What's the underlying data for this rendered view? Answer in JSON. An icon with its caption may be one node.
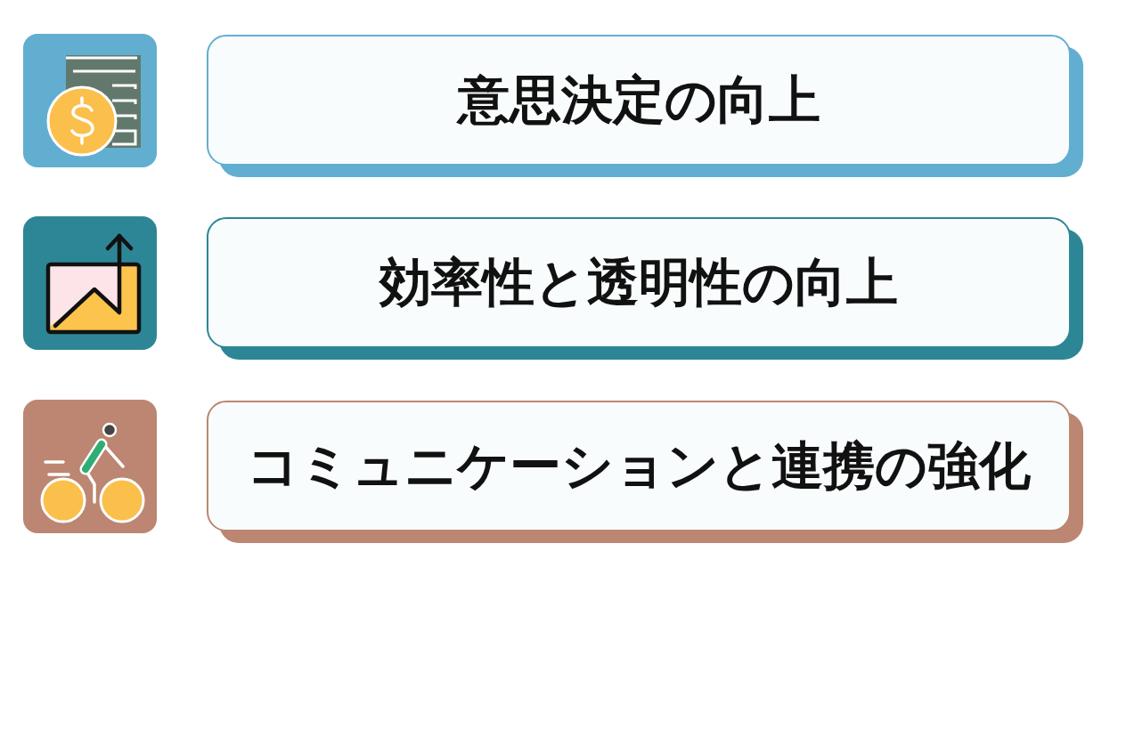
{
  "diagram": {
    "nodes": [
      {
        "text": [
          "意思決定の向上"
        ]
      },
      {
        "text": [
          "効率性と透明性の向上"
        ]
      },
      {
        "text": [
          "コミュニケーションと連携の強化"
        ]
      }
    ]
  }
}
